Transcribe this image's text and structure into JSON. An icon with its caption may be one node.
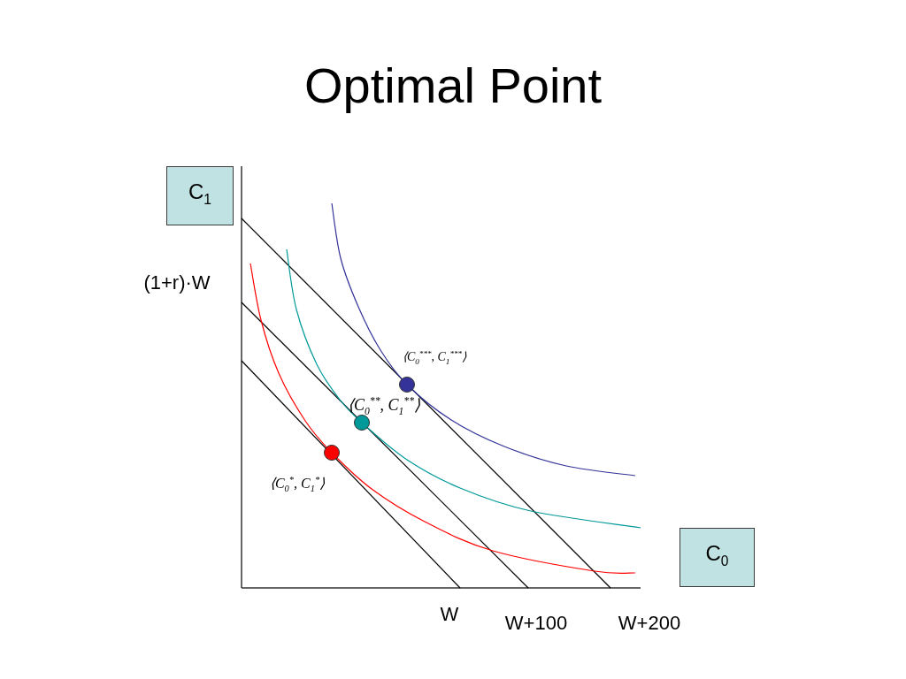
{
  "diagram": {
    "title": "Optimal Point",
    "nodes": [
      {
        "text": [
          "C$_{1}$"
        ]
      },
      {
        "text": [
          "C$_{0}$"
        ]
      }
    ],
    "labels": [
      "(1+r)·W",
      "⟨C$_{0}$$^{***}$, C$_{1}$$^{***}$⟩",
      "⟨C$_{0}$$^{**}$, C$_{1}$$^{**}$⟩",
      "⟨C$_{0}$$^{*}$, C$_{1}$$^{*}$⟩",
      "W",
      "W+100",
      "W+200"
    ]
  }
}
